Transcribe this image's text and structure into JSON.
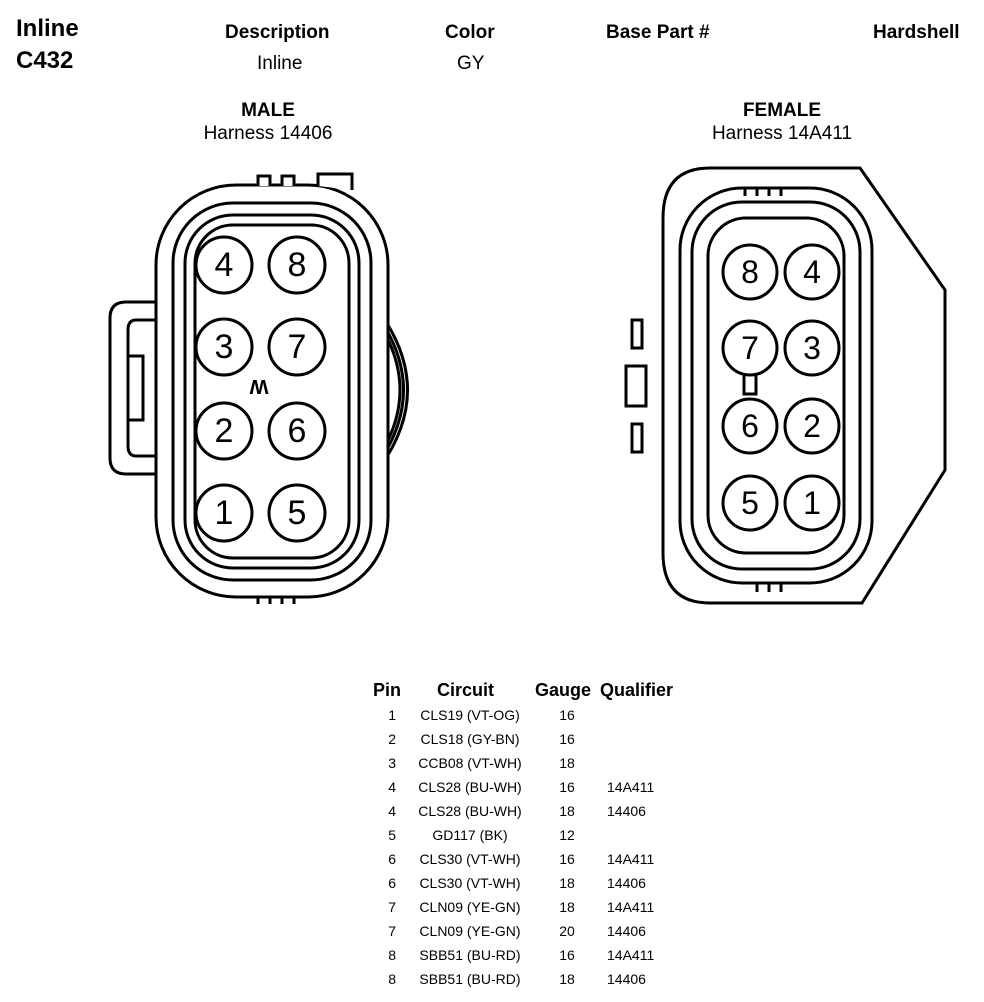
{
  "connector": {
    "line1": "Inline",
    "line2": "C432"
  },
  "headers": {
    "description": "Description",
    "color": "Color",
    "base_part": "Base Part #",
    "hardshell": "Hardshell"
  },
  "values": {
    "description": "Inline",
    "color": "GY"
  },
  "male": {
    "title": "MALE",
    "harness": "Harness 14406",
    "mark": "W",
    "pins": [
      "4",
      "8",
      "3",
      "7",
      "2",
      "6",
      "1",
      "5"
    ]
  },
  "female": {
    "title": "FEMALE",
    "harness": "Harness 14A411",
    "pins": [
      "8",
      "4",
      "7",
      "3",
      "6",
      "2",
      "5",
      "1"
    ]
  },
  "table": {
    "headers": {
      "pin": "Pin",
      "circuit": "Circuit",
      "gauge": "Gauge",
      "qualifier": "Qualifier"
    },
    "rows": [
      {
        "pin": "1",
        "circuit": "CLS19 (VT-OG)",
        "gauge": "16",
        "qualifier": ""
      },
      {
        "pin": "2",
        "circuit": "CLS18 (GY-BN)",
        "gauge": "16",
        "qualifier": ""
      },
      {
        "pin": "3",
        "circuit": "CCB08 (VT-WH)",
        "gauge": "18",
        "qualifier": ""
      },
      {
        "pin": "4",
        "circuit": "CLS28 (BU-WH)",
        "gauge": "16",
        "qualifier": "14A411"
      },
      {
        "pin": "4",
        "circuit": "CLS28 (BU-WH)",
        "gauge": "18",
        "qualifier": "14406"
      },
      {
        "pin": "5",
        "circuit": "GD117 (BK)",
        "gauge": "12",
        "qualifier": ""
      },
      {
        "pin": "6",
        "circuit": "CLS30 (VT-WH)",
        "gauge": "16",
        "qualifier": "14A411"
      },
      {
        "pin": "6",
        "circuit": "CLS30 (VT-WH)",
        "gauge": "18",
        "qualifier": "14406"
      },
      {
        "pin": "7",
        "circuit": "CLN09 (YE-GN)",
        "gauge": "18",
        "qualifier": "14A411"
      },
      {
        "pin": "7",
        "circuit": "CLN09 (YE-GN)",
        "gauge": "20",
        "qualifier": "14406"
      },
      {
        "pin": "8",
        "circuit": "SBB51 (BU-RD)",
        "gauge": "16",
        "qualifier": "14A411"
      },
      {
        "pin": "8",
        "circuit": "SBB51 (BU-RD)",
        "gauge": "18",
        "qualifier": "14406"
      }
    ]
  }
}
